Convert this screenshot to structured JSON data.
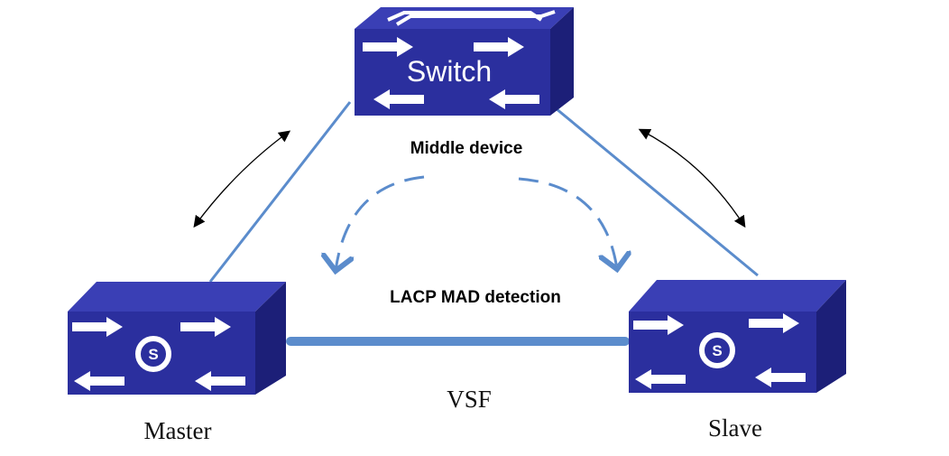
{
  "labels": {
    "switch": "Switch",
    "middle_device": "Middle device",
    "lacp": "LACP MAD detection",
    "vsf": "VSF",
    "master": "Master",
    "slave": "Slave"
  },
  "colors": {
    "switch_front": "#2b2f9e",
    "switch_top": "#3a3fb5",
    "switch_side": "#1c1f78",
    "link": "#5b8ccc",
    "arrow": "#ffffff"
  },
  "icons": [
    "switch-device",
    "stack-sync-icon",
    "double-arrow",
    "dashed-arc-arrow"
  ]
}
